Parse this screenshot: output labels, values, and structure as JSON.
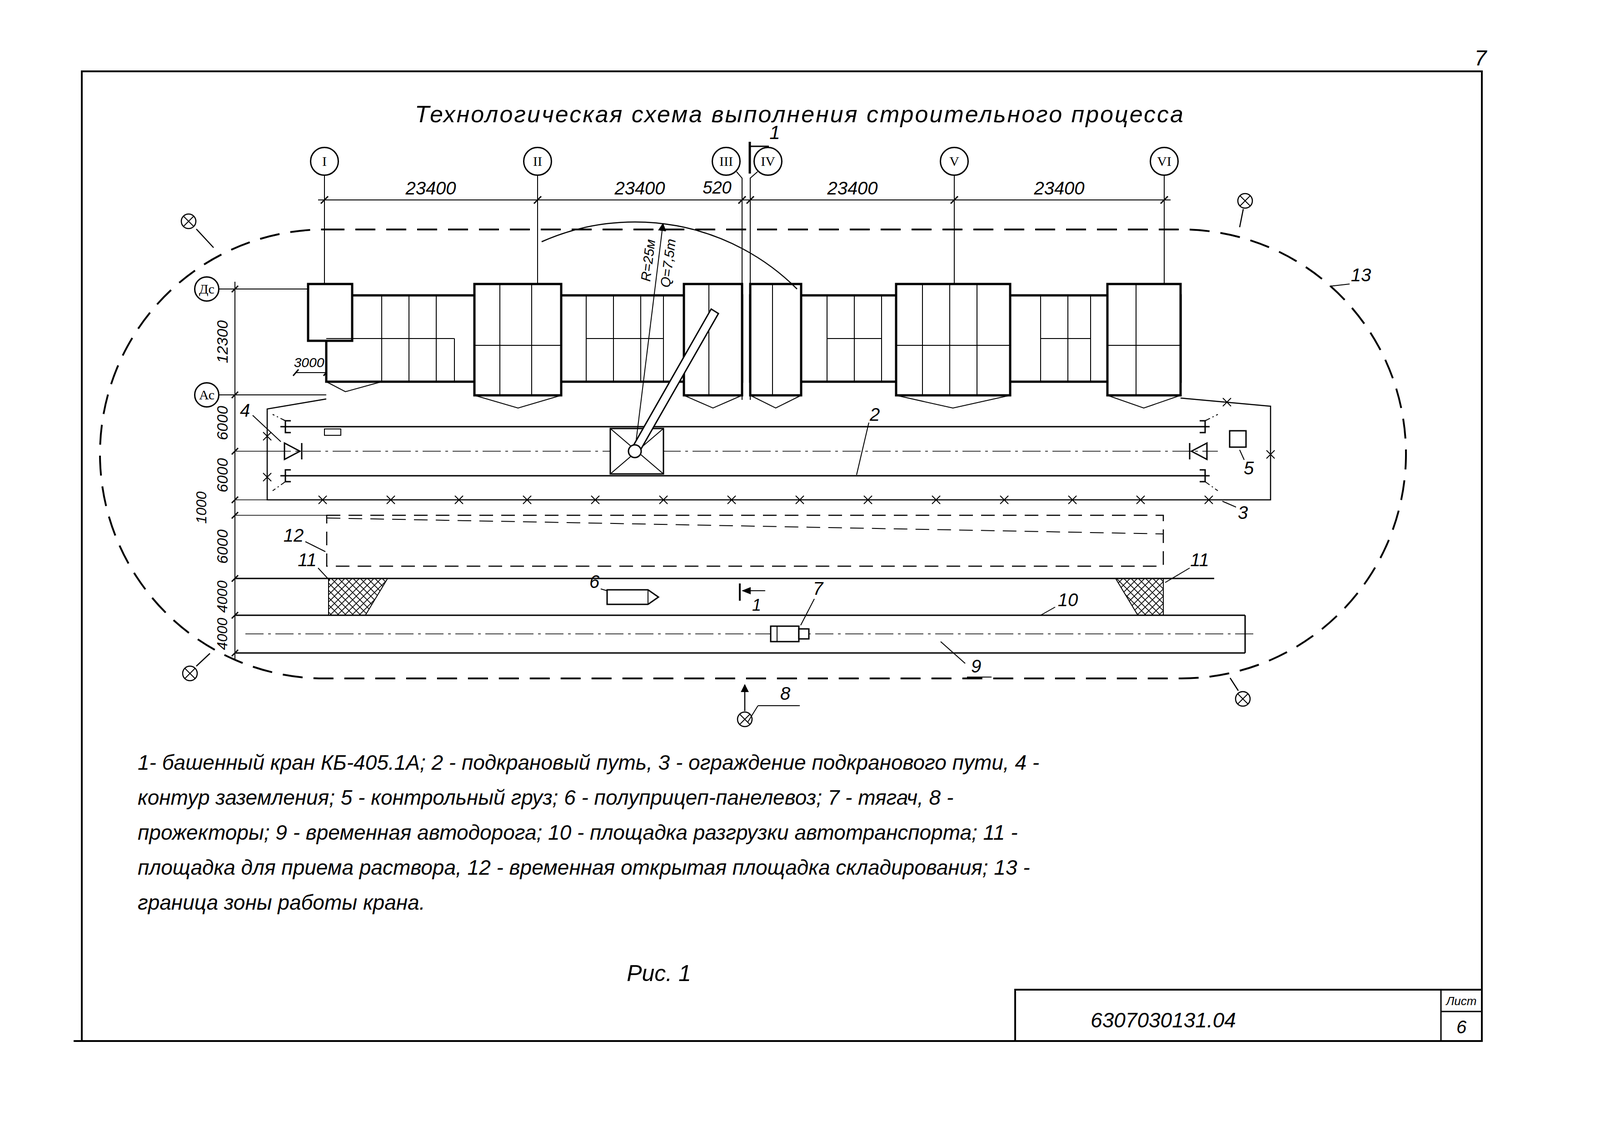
{
  "diagram": {
    "title": "Технологическая схема выполнения строительного процесса",
    "caption": "Рис. 1",
    "nodes": [
      {
        "text": [
          "I"
        ]
      },
      {
        "text": [
          "II"
        ]
      },
      {
        "text": [
          "III"
        ]
      },
      {
        "text": [
          "IV"
        ]
      },
      {
        "text": [
          "V"
        ]
      },
      {
        "text": [
          "VI"
        ]
      },
      {
        "text": [
          "Дс"
        ]
      },
      {
        "text": [
          "Ас"
        ]
      }
    ],
    "labels": [
      "7",
      "1",
      "23400",
      "23400",
      "520",
      "23400",
      "23400",
      "12300",
      "3000",
      "6000",
      "6000",
      "1000",
      "6000",
      "4000",
      "4000",
      "R=25м",
      "Q=7,5т",
      "2",
      "4",
      "5",
      "3",
      "12",
      "11",
      "11",
      "6",
      "1",
      "7",
      "10",
      "9",
      "8",
      "13",
      "1- башенный кран КБ-405.1А; 2 - подкрановый путь, 3 - ограждение подкранового пути, 4 - контур заземления; 5 - контрольный груз; 6 - полуприцеп-панелевоз; 7 - тягач, 8 - прожекторы; 9 - временная автодорога; 10 - площадка разгрузки автотранспорта; 11 - площадка для приема раствора, 12 - временная открытая площадка складирования; 13 - граница зоны работы крана.",
      "6307030131.04",
      "Лист",
      "6"
    ]
  }
}
